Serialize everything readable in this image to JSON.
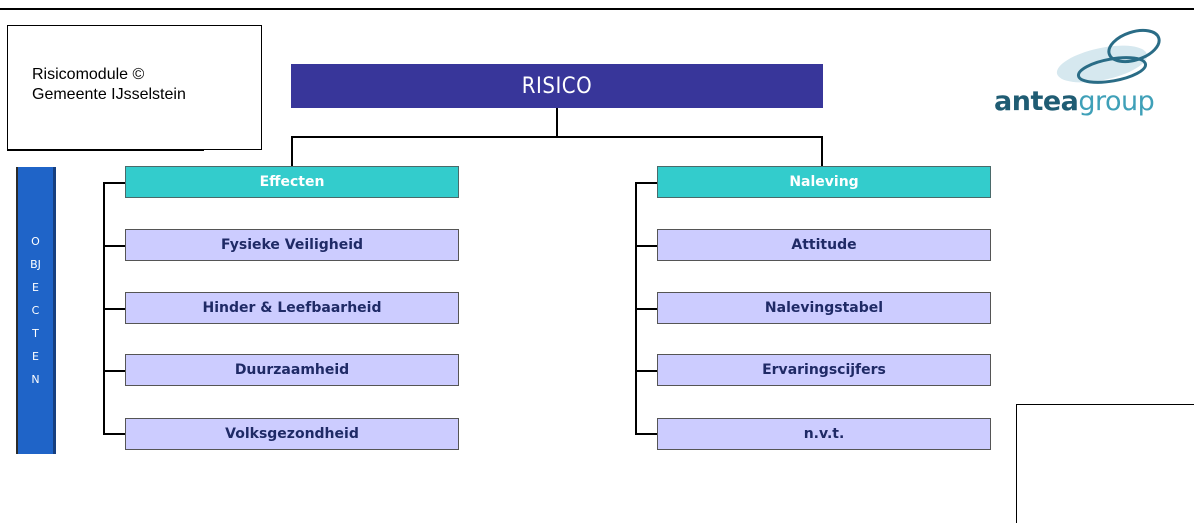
{
  "info": {
    "line1": "Risicomodule ©",
    "line2": "Gemeente IJsselstein"
  },
  "root": {
    "label": "RISICO"
  },
  "side_label": {
    "text": "OBJECTEN"
  },
  "logo": {
    "part1": "antea",
    "part2": "group",
    "colors": {
      "dark": "#1f5c73",
      "light": "#3fa0b8"
    }
  },
  "left_branch": {
    "category": "Effecten",
    "items": [
      "Fysieke Veiligheid",
      "Hinder & Leefbaarheid",
      "Duurzaamheid",
      "Volksgezondheid"
    ]
  },
  "right_branch": {
    "category": "Naleving",
    "items": [
      "Attitude",
      "Nalevingstabel",
      "Ervaringscijfers",
      "n.v.t."
    ]
  },
  "colors": {
    "root": "#38369a",
    "category": "#33cccc",
    "item": "#ccccff",
    "side_bar": "#1f64c8"
  }
}
